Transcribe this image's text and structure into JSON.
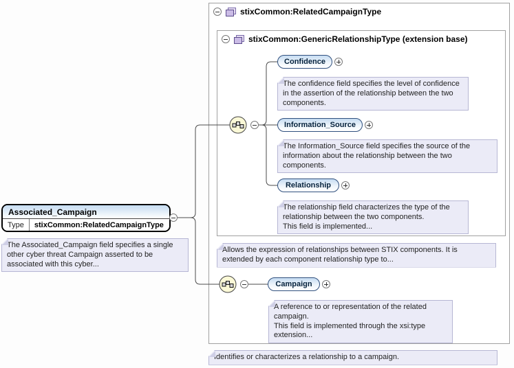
{
  "colors": {
    "annotation_bg": "#ebebf7",
    "annotation_border": "#b6b6d4",
    "element_gradient_top": "#c6dcf2",
    "element_border": "#2f4f7d",
    "container_border": "#a0a0a0",
    "sequence_icon_fill": "#fbf9d7",
    "complextype_icon_fill": "#cbbce6"
  },
  "icons": {
    "collapse": "minus-circle",
    "expand": "plus-circle",
    "compositor": "sequence-icon",
    "type": "complextype-icon"
  },
  "root_type": {
    "label": "stixCommon:RelatedCampaignType",
    "annotation": "Identifies or characterizes a relationship to a campaign."
  },
  "extension_base": {
    "label": "stixCommon:GenericRelationshipType (extension base)",
    "annotation": "Allows the expression of relationships between STIX components. It is extended by each component relationship type to..."
  },
  "elements": {
    "confidence": {
      "label": "Confidence",
      "annotation": "The confidence field specifies the level of confidence in the assertion of the relationship between the two components."
    },
    "information_source": {
      "label": "Information_Source",
      "annotation": "The Information_Source field specifies the source of the information about the relationship between the two components."
    },
    "relationship": {
      "label": "Relationship",
      "annotation_1": "The relationship field characterizes the type of the relationship between the two components.",
      "annotation_2": "This field is implemented..."
    },
    "campaign": {
      "label": "Campaign",
      "annotation_1": "A reference to or representation of the related campaign.",
      "annotation_2": "This field is implemented through the xsi:type extension..."
    }
  },
  "main_element": {
    "name": "Associated_Campaign",
    "type_label": "Type",
    "type_value": "stixCommon:RelatedCampaignType",
    "annotation": "The Associated_Campaign field specifies a single other cyber threat Campaign asserted to be associated with this cyber..."
  }
}
